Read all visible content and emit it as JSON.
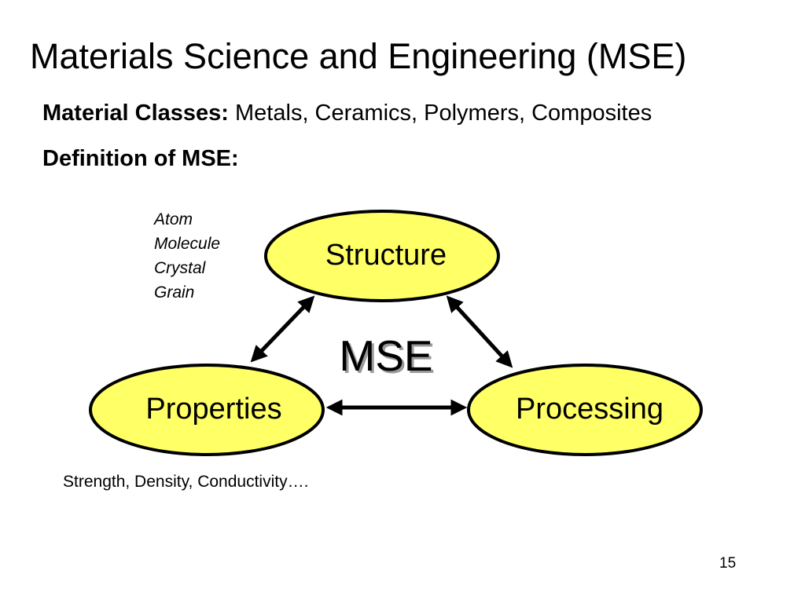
{
  "slide": {
    "title": "Materials Science and Engineering (MSE)",
    "classes_label": "Material Classes:",
    "classes_text": " Metals, Ceramics, Polymers, Composites",
    "definition_label": "Definition of MSE:",
    "page_number": "15"
  },
  "diagram": {
    "center": "MSE",
    "nodes": {
      "structure": "Structure",
      "properties": "Properties",
      "processing": "Processing"
    },
    "fill_color": "#ffff66",
    "structure_examples": [
      "Atom",
      "Molecule",
      "Crystal",
      "Grain"
    ],
    "properties_examples": "Strength, Density, Conductivity…."
  }
}
